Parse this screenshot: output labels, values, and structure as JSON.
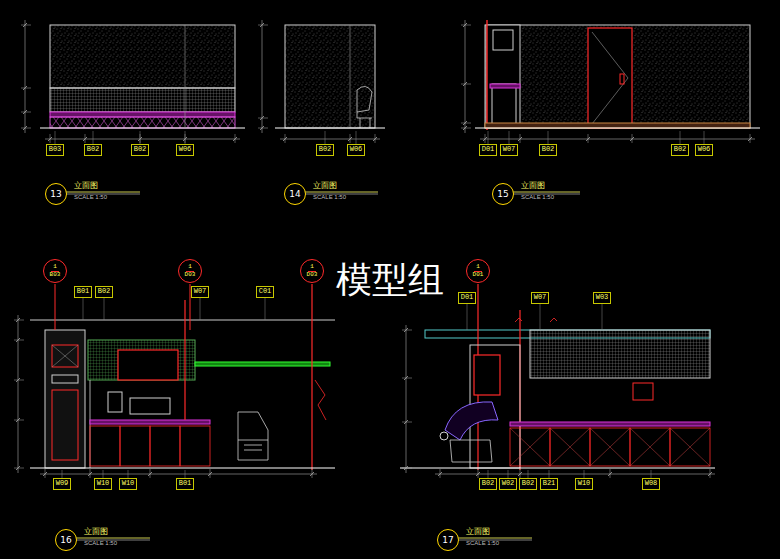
{
  "diagram": {
    "nodes": [
      {
        "text": [
          "B03"
        ]
      },
      {
        "text": [
          "B02"
        ]
      },
      {
        "text": [
          "B02"
        ]
      },
      {
        "text": [
          "W06"
        ]
      },
      {
        "text": [
          "13"
        ]
      },
      {
        "text": [
          "B02"
        ]
      },
      {
        "text": [
          "W06"
        ]
      },
      {
        "text": [
          "14"
        ]
      },
      {
        "text": [
          "D01"
        ]
      },
      {
        "text": [
          "W07"
        ]
      },
      {
        "text": [
          "B02"
        ]
      },
      {
        "text": [
          "B02"
        ]
      },
      {
        "text": [
          "W06"
        ]
      },
      {
        "text": [
          "15"
        ]
      },
      {
        "text": [
          "1",
          "B03"
        ]
      },
      {
        "text": [
          "1",
          "D03"
        ]
      },
      {
        "text": [
          "1",
          "D03"
        ]
      },
      {
        "text": [
          "1",
          "D01"
        ]
      },
      {
        "text": [
          "B01"
        ]
      },
      {
        "text": [
          "B02"
        ]
      },
      {
        "text": [
          "W07"
        ]
      },
      {
        "text": [
          "C01"
        ]
      },
      {
        "text": [
          "W09"
        ]
      },
      {
        "text": [
          "W10"
        ]
      },
      {
        "text": [
          "W10"
        ]
      },
      {
        "text": [
          "B01"
        ]
      },
      {
        "text": [
          "16"
        ]
      },
      {
        "text": [
          "D01"
        ]
      },
      {
        "text": [
          "W07"
        ]
      },
      {
        "text": [
          "W03"
        ]
      },
      {
        "text": [
          "B02"
        ]
      },
      {
        "text": [
          "W02"
        ]
      },
      {
        "text": [
          "B02"
        ]
      },
      {
        "text": [
          "B21"
        ]
      },
      {
        "text": [
          "W10"
        ]
      },
      {
        "text": [
          "W08"
        ]
      },
      {
        "text": [
          "17"
        ]
      }
    ],
    "labels": [
      "立面图",
      "SCALE 1:50",
      "立面图",
      "SCALE 1:50",
      "立面图",
      "SCALE 1:50",
      "模型组",
      "立面图",
      "SCALE 1:50",
      "立面图",
      "SCALE 1:50"
    ]
  }
}
